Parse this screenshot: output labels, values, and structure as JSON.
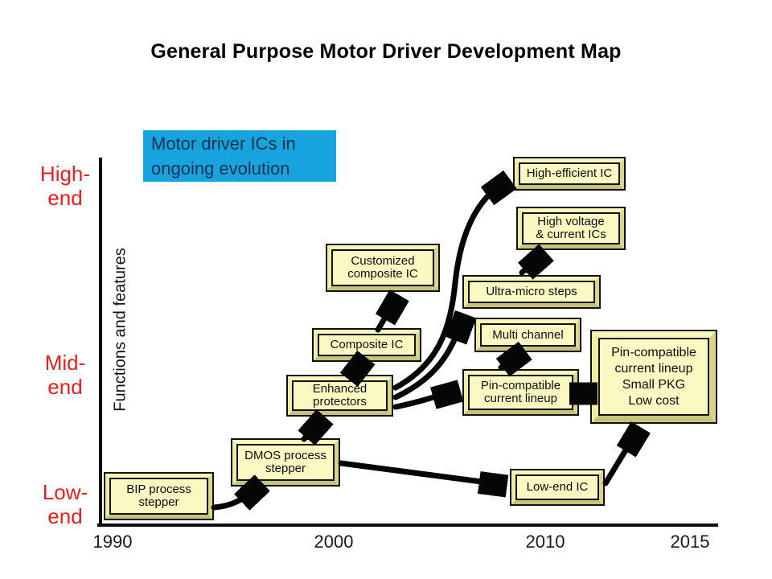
{
  "title": "General Purpose Motor Driver Development Map",
  "callout": {
    "text": "Motor driver ICs in\nongoing evolution",
    "bg_color": "#17a4de",
    "text_color": "#19304f"
  },
  "axis": {
    "y_label": "Functions and features",
    "level_color": "#ee1c1c",
    "levels": [
      {
        "label": "High-\nend"
      },
      {
        "label": "Mid-\nend"
      },
      {
        "label": "Low-\nend"
      }
    ],
    "years": [
      "1990",
      "2000",
      "2010",
      "2015"
    ]
  },
  "nodes": {
    "bip": {
      "label": "BIP process\nstepper"
    },
    "dmos": {
      "label": "DMOS process\nstepper"
    },
    "enh": {
      "label": "Enhanced\nprotectors"
    },
    "comp": {
      "label": "Composite IC"
    },
    "cust": {
      "label": "Customized\ncomposite IC"
    },
    "ultra": {
      "label": "Ultra-micro steps"
    },
    "multi": {
      "label": "Multi channel"
    },
    "pin1": {
      "label": "Pin-compatible\ncurrent lineup"
    },
    "heff": {
      "label": "High-efficient IC"
    },
    "hvolt": {
      "label": "High voltage\n& current ICs"
    },
    "lowic": {
      "label": "Low-end IC"
    },
    "big": {
      "label": "Pin-compatible\ncurrent lineup\nSmall PKG\nLow cost"
    }
  },
  "edges": [
    {
      "from": "BIP process stepper",
      "to": "DMOS process stepper"
    },
    {
      "from": "DMOS process stepper",
      "to": "Enhanced protectors"
    },
    {
      "from": "DMOS process stepper",
      "to": "Low-end IC"
    },
    {
      "from": "Enhanced protectors",
      "to": "Composite IC"
    },
    {
      "from": "Composite IC",
      "to": "Customized composite IC"
    },
    {
      "from": "Enhanced protectors",
      "to": "High-efficient IC"
    },
    {
      "from": "Enhanced protectors",
      "to": "Ultra-micro steps"
    },
    {
      "from": "Enhanced protectors",
      "to": "Pin-compatible current lineup"
    },
    {
      "from": "Ultra-micro steps",
      "to": "High voltage & current ICs"
    },
    {
      "from": "Pin-compatible current lineup",
      "to": "Multi channel"
    },
    {
      "from": "Pin-compatible current lineup",
      "to": "Pin-compatible current lineup Small PKG Low cost"
    },
    {
      "from": "Low-end IC",
      "to": "Pin-compatible current lineup Small PKG Low cost"
    }
  ],
  "colors": {
    "node_face": "#fbf9c2",
    "node_bevel_light": "#f8f6bb",
    "node_bevel_dark": "#c7c37a",
    "arrow": "#050505",
    "axis": "#0d0d0d"
  }
}
